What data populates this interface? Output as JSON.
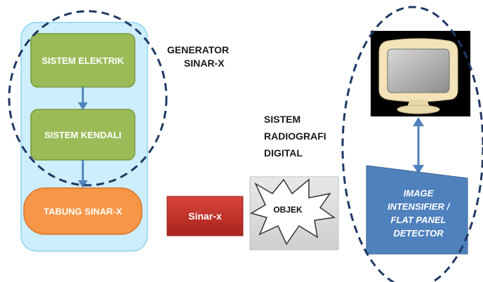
{
  "generator_label_line1": "GENERATOR",
  "generator_label_line2": "SINAR-X",
  "system_label": [
    "SISTEM",
    "RADIOGRAFI",
    "DIGITAL"
  ],
  "box_electric": "SISTEM ELEKTRIK",
  "box_control": "SISTEM KENDALI",
  "box_tube": "TABUNG SINAR-X",
  "box_ray": "Sinar-x",
  "box_object": "OBJEK",
  "detector_lines": [
    "IMAGE",
    "INTENSIFIER /",
    "FLAT PANEL",
    "DETECTOR"
  ],
  "colors": {
    "panel_fill": "#cdeefc",
    "green_box": "#9bbb59",
    "orange_box": "#f79646",
    "red_box": "#c0392b",
    "detector": "#4f81bd",
    "arrow": "#4f81bd",
    "dashed": "#1f3864"
  }
}
